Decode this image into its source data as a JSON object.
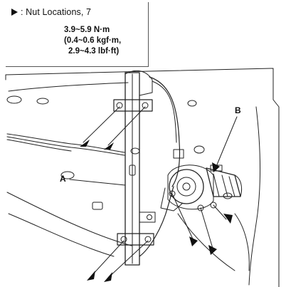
{
  "legend": {
    "title": ": Nut Locations, 7",
    "torque_line1": "3.9~5.9 N·m",
    "torque_line2": "(0.4~0.6 kgf·m,",
    "torque_line3": "2.9~4.3 lbf·ft)"
  },
  "callouts": {
    "a": "A",
    "b": "B"
  },
  "colors": {
    "ink": "#111111",
    "paper": "#ffffff"
  }
}
